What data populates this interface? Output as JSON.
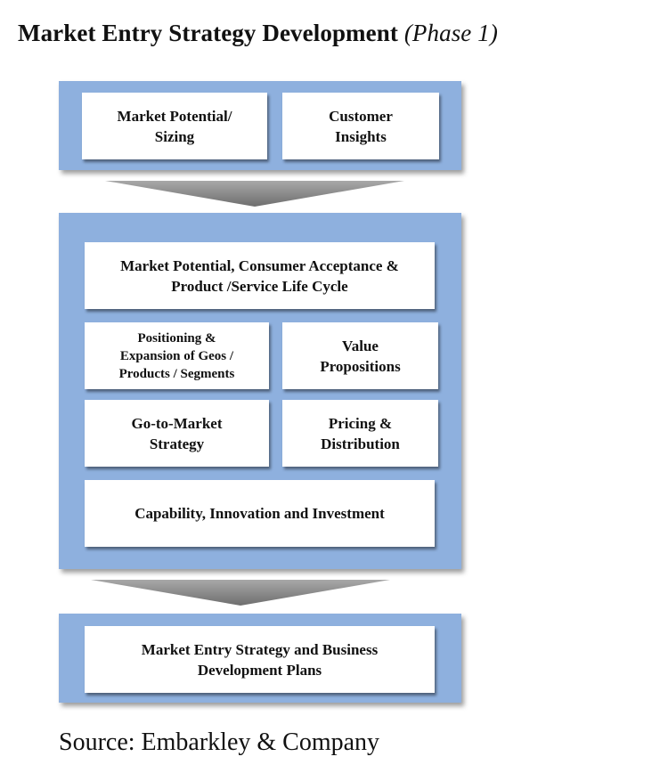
{
  "title": {
    "main": "Market Entry Strategy Development",
    "phase": "(Phase 1)"
  },
  "stage1": {
    "boxes": [
      {
        "label": "Market Potential/\nSizing"
      },
      {
        "label": "Customer\nInsights"
      }
    ]
  },
  "stage2": {
    "boxes": [
      {
        "label": "Market Potential, Consumer Acceptance &\nProduct /Service Life Cycle"
      },
      {
        "label": "Positioning &\nExpansion of Geos /\nProducts / Segments"
      },
      {
        "label": "Value\nPropositions"
      },
      {
        "label": "Go-to-Market\nStrategy"
      },
      {
        "label": "Pricing &\nDistribution"
      },
      {
        "label": "Capability, Innovation and Investment"
      }
    ]
  },
  "stage3": {
    "boxes": [
      {
        "label": "Market Entry Strategy and Business\nDevelopment Plans"
      }
    ]
  },
  "source": "Source: Embarkley & Company",
  "colors": {
    "panel": "#8eb0de",
    "box": "#ffffff",
    "arrow": "#8c8c8c"
  }
}
